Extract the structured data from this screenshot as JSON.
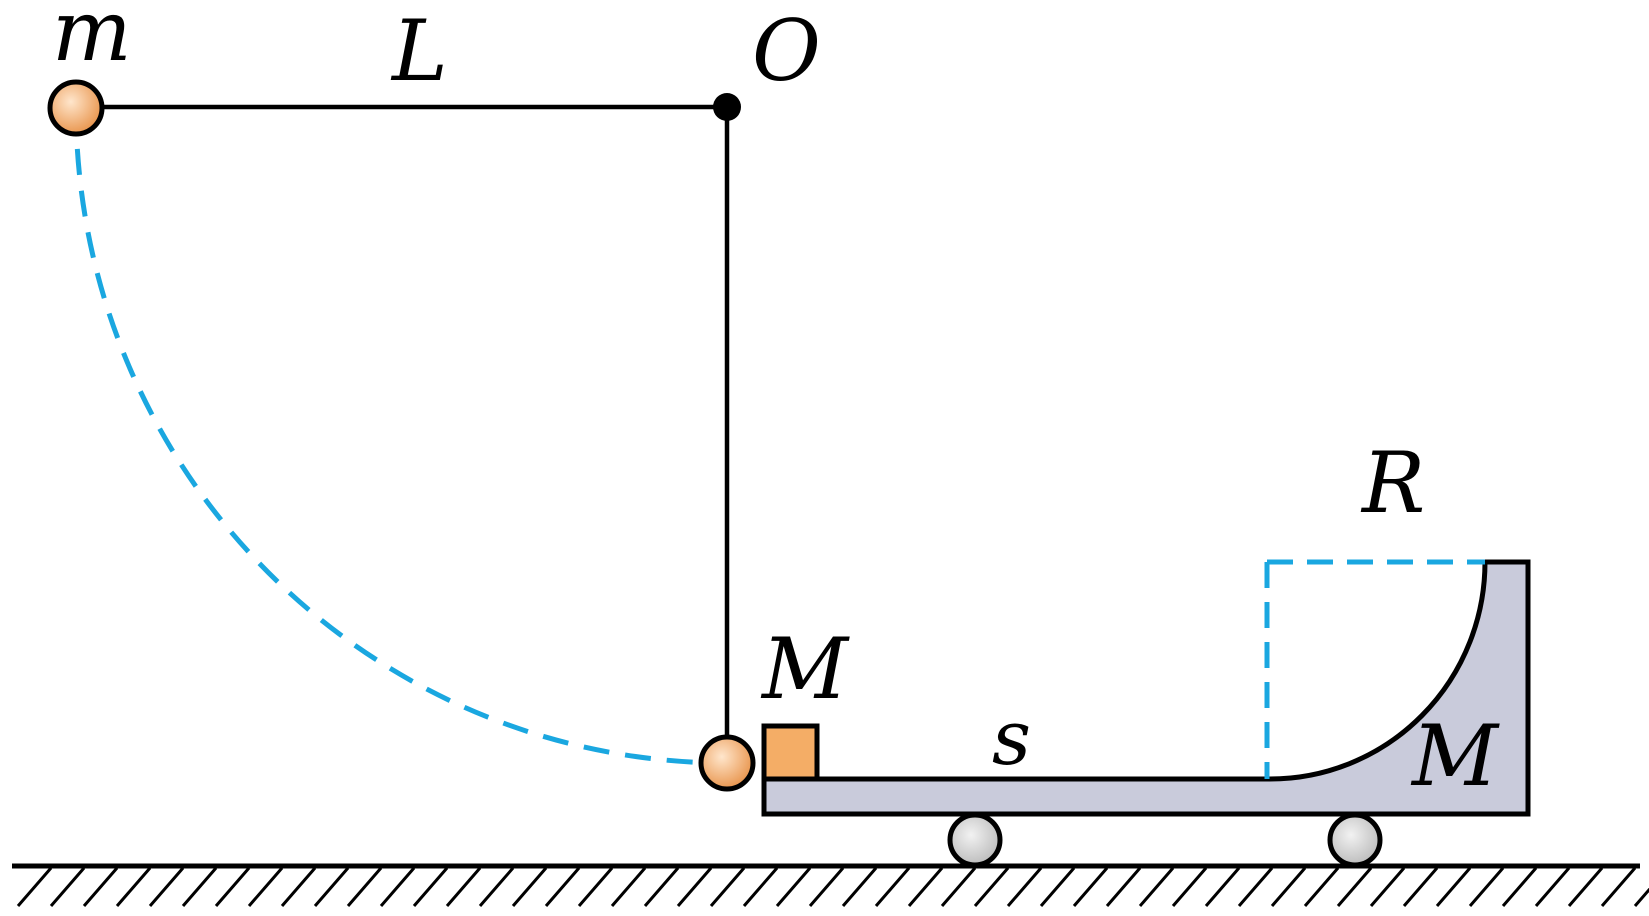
{
  "labels": {
    "ball_mass": "m",
    "string_length": "L",
    "pivot": "O",
    "block_mass": "M",
    "track_length": "s",
    "arc_radius": "R",
    "cart_mass": "M"
  },
  "colors": {
    "stroke": "#000000",
    "dashed_path": "#1aa7e0",
    "ball_fill": "#e8934a",
    "ball_highlight": "#ffe6cc",
    "block_fill": "#f4ad66",
    "cart_fill": "#c9cbdb",
    "wheel_fill": "#b9b9b9",
    "wheel_highlight": "#f2f2f2"
  }
}
